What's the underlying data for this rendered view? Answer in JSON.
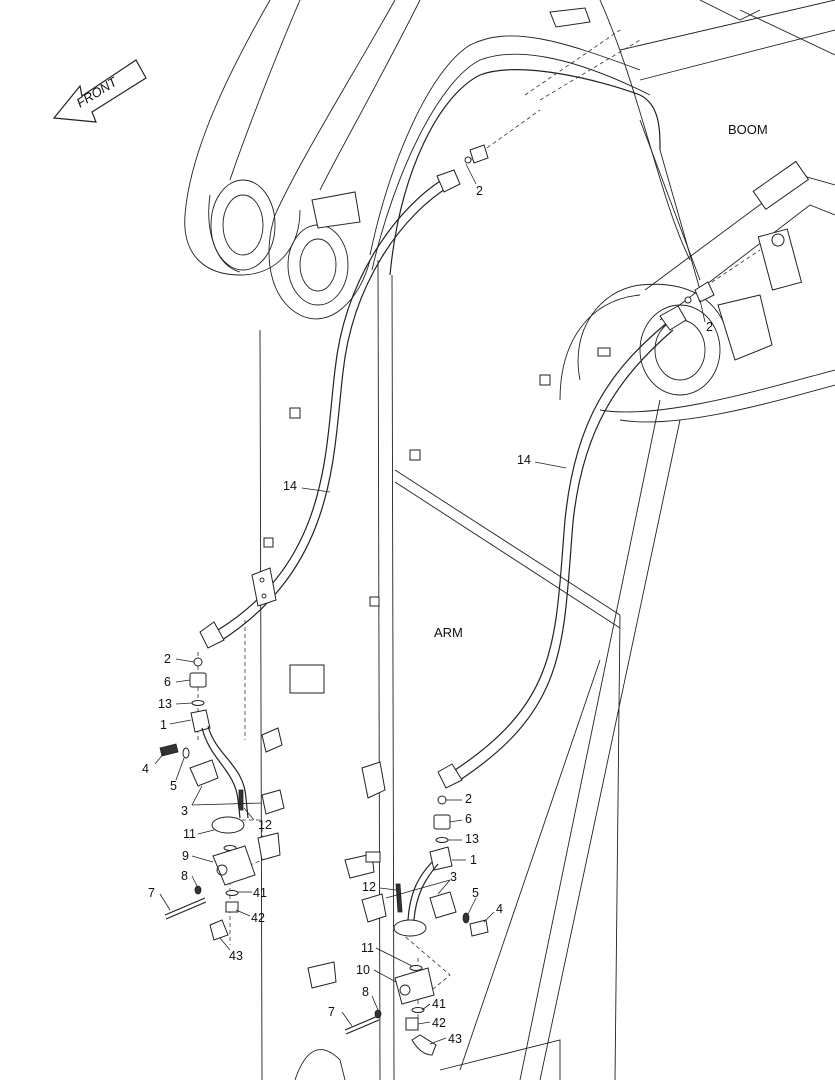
{
  "direction": {
    "label": "FRONT"
  },
  "zones": {
    "boom": "BOOM",
    "arm": "ARM"
  },
  "callouts": {
    "left": {
      "p2_top": "2",
      "p14": "14",
      "p2": "2",
      "p6": "6",
      "p13": "13",
      "p1": "1",
      "p4": "4",
      "p5": "5",
      "p3": "3",
      "p12": "12",
      "p11": "11",
      "p9": "9",
      "p8": "8",
      "p41": "41",
      "p7": "7",
      "p42": "42",
      "p43": "43"
    },
    "right": {
      "p2_top": "2",
      "p14": "14",
      "p2": "2",
      "p6": "6",
      "p13": "13",
      "p1": "1",
      "p3": "3",
      "p12": "12",
      "p5": "5",
      "p4": "4",
      "p11": "11",
      "p10": "10",
      "p8": "8",
      "p7": "7",
      "p41": "41",
      "p42": "42",
      "p43": "43"
    }
  },
  "colors": {
    "line": "#222222",
    "background": "#ffffff"
  }
}
